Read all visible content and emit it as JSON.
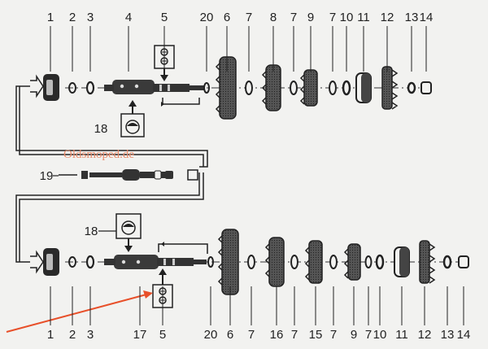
{
  "diagram": {
    "watermark": "Oldsmoped.de",
    "top_row_labels": [
      "1",
      "2",
      "3",
      "4",
      "5",
      "20",
      "6",
      "7",
      "8",
      "7",
      "9",
      "7",
      "10",
      "11",
      "12",
      "13",
      "14"
    ],
    "bottom_row_labels": [
      "1",
      "2",
      "3",
      "17",
      "5",
      "20",
      "6",
      "7",
      "16",
      "7",
      "15",
      "7",
      "9",
      "7",
      "10",
      "11",
      "12",
      "13",
      "14"
    ],
    "detail_labels": {
      "upper_oil_hole": "18",
      "lower_oil_hole": "18",
      "layshaft": "19"
    },
    "colors": {
      "line": "#222222",
      "paper": "#f2f2f0",
      "arrow_accent": "#e8502a",
      "watermark": "#e88a6a"
    }
  }
}
